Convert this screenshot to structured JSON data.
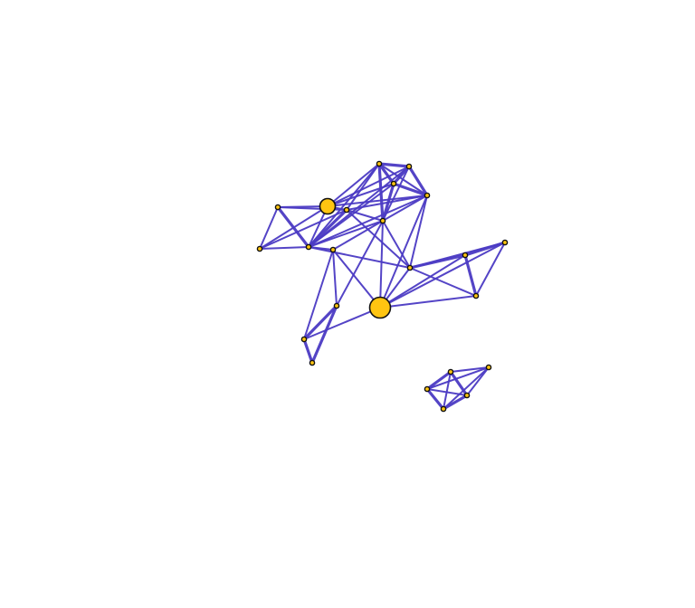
{
  "diagram": {
    "type": "network-graph",
    "node_fill": "#FFC511",
    "node_stroke": "#111111",
    "edge_color": "#4B3BC4",
    "nodes": [
      {
        "id": "n1",
        "size": "small"
      },
      {
        "id": "n2",
        "size": "small"
      },
      {
        "id": "n3",
        "size": "small"
      },
      {
        "id": "n4",
        "size": "small"
      },
      {
        "id": "n5",
        "size": "small"
      },
      {
        "id": "hub-a",
        "size": "large"
      },
      {
        "id": "n7",
        "size": "small"
      },
      {
        "id": "n8",
        "size": "small"
      },
      {
        "id": "n9",
        "size": "small"
      },
      {
        "id": "n10",
        "size": "small"
      },
      {
        "id": "n11",
        "size": "small"
      },
      {
        "id": "n12",
        "size": "small"
      },
      {
        "id": "n13",
        "size": "small"
      },
      {
        "id": "hub-b",
        "size": "large"
      },
      {
        "id": "n15",
        "size": "small"
      },
      {
        "id": "n16",
        "size": "small"
      },
      {
        "id": "n17",
        "size": "small"
      },
      {
        "id": "n18",
        "size": "small"
      },
      {
        "id": "n19",
        "size": "small"
      },
      {
        "id": "n20",
        "size": "small"
      },
      {
        "id": "n21",
        "size": "small"
      },
      {
        "id": "n22",
        "size": "small"
      }
    ],
    "edges": [
      [
        "n1",
        "n2"
      ],
      [
        "n1",
        "n3"
      ],
      [
        "n1",
        "n4"
      ],
      [
        "n1",
        "n5"
      ],
      [
        "n2",
        "n3"
      ],
      [
        "n2",
        "n4"
      ],
      [
        "n2",
        "n5"
      ],
      [
        "n3",
        "n4"
      ],
      [
        "n3",
        "n5"
      ],
      [
        "n4",
        "n5"
      ],
      [
        "hub-a",
        "n7"
      ],
      [
        "hub-a",
        "n8"
      ],
      [
        "hub-a",
        "n9"
      ],
      [
        "hub-a",
        "n10"
      ],
      [
        "hub-a",
        "n1"
      ],
      [
        "hub-a",
        "n3"
      ],
      [
        "hub-a",
        "n2"
      ],
      [
        "hub-a",
        "n4"
      ],
      [
        "n7",
        "n10"
      ],
      [
        "n7",
        "n8"
      ],
      [
        "n7",
        "n9"
      ],
      [
        "n8",
        "n10"
      ],
      [
        "n8",
        "n9"
      ],
      [
        "n9",
        "n10"
      ],
      [
        "n9",
        "n5"
      ],
      [
        "n10",
        "n1"
      ],
      [
        "n10",
        "n3"
      ],
      [
        "n10",
        "n4"
      ],
      [
        "n10",
        "n12"
      ],
      [
        "n10",
        "n11"
      ],
      [
        "n10",
        "n5"
      ],
      [
        "n10",
        "n2"
      ],
      [
        "n9",
        "n1"
      ],
      [
        "n9",
        "n4"
      ],
      [
        "n9",
        "n12"
      ],
      [
        "n5",
        "n11"
      ],
      [
        "n5",
        "n12"
      ],
      [
        "n5",
        "n13"
      ],
      [
        "n5",
        "hub-b"
      ],
      [
        "n11",
        "n13"
      ],
      [
        "n11",
        "hub-b"
      ],
      [
        "n11",
        "n14"
      ],
      [
        "n13",
        "n14"
      ],
      [
        "n13",
        "n15"
      ],
      [
        "n14",
        "n15"
      ],
      [
        "hub-b",
        "n14"
      ],
      [
        "hub-b",
        "n12"
      ],
      [
        "hub-b",
        "n4"
      ],
      [
        "n12",
        "n4"
      ],
      [
        "hub-b",
        "n16"
      ],
      [
        "hub-b",
        "n17"
      ],
      [
        "hub-b",
        "n18"
      ],
      [
        "n12",
        "n16"
      ],
      [
        "n12",
        "n17"
      ],
      [
        "n12",
        "n18"
      ],
      [
        "n16",
        "n17"
      ],
      [
        "n16",
        "n18"
      ],
      [
        "n17",
        "n18"
      ],
      [
        "n19",
        "n20"
      ],
      [
        "n19",
        "n21"
      ],
      [
        "n19",
        "n22"
      ],
      [
        "n19",
        "n23"
      ],
      [
        "n20",
        "n21"
      ],
      [
        "n20",
        "n22"
      ],
      [
        "n20",
        "n23"
      ],
      [
        "n21",
        "n22"
      ],
      [
        "n21",
        "n23"
      ],
      [
        "n22",
        "n23"
      ]
    ]
  }
}
